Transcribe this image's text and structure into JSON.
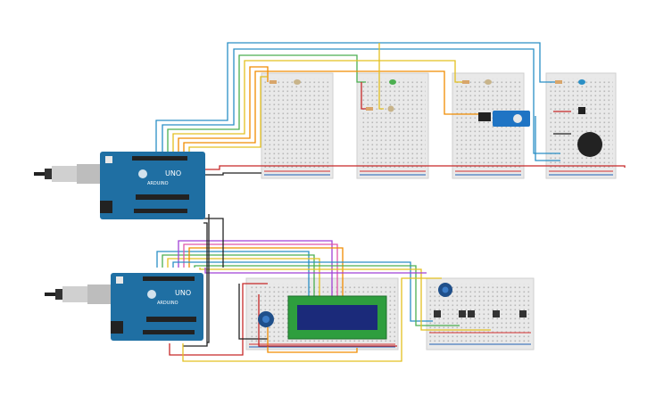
{
  "arduino_top": {
    "model_label": "UNO",
    "brand_label": "ARDUINO"
  },
  "arduino_bottom": {
    "model_label": "UNO",
    "brand_label": "ARDUINO"
  },
  "colors": {
    "background": "#ffffff",
    "breadboard": "#e9e9e9",
    "rail_red": "#d32f2f",
    "rail_blue": "#1e5fb4",
    "arduino": "#1f6fa3",
    "wire_blue": "#2a8fc5",
    "wire_green": "#4caf50",
    "wire_yellow": "#e3c020",
    "wire_orange": "#f08c00",
    "wire_red": "#c62828",
    "wire_black": "#222222",
    "wire_purple": "#a142d6",
    "wire_pink": "#e056a9",
    "lcd_screen": "#1b2a7a",
    "lcd_board": "#2e9e3e",
    "servo": "#1f74c4",
    "buzzer": "#222222"
  },
  "components": [
    "breadboard-1",
    "breadboard-2",
    "breadboard-3",
    "breadboard-4",
    "breadboard-5",
    "breadboard-6",
    "arduino-uno-top",
    "arduino-uno-bottom",
    "usb-cable-top",
    "usb-cable-bottom",
    "servo-motor",
    "piezo-buzzer",
    "lcd-16x2",
    "potentiometer-lcd",
    "potentiometer-right",
    "push-buttons",
    "leds",
    "resistors"
  ]
}
